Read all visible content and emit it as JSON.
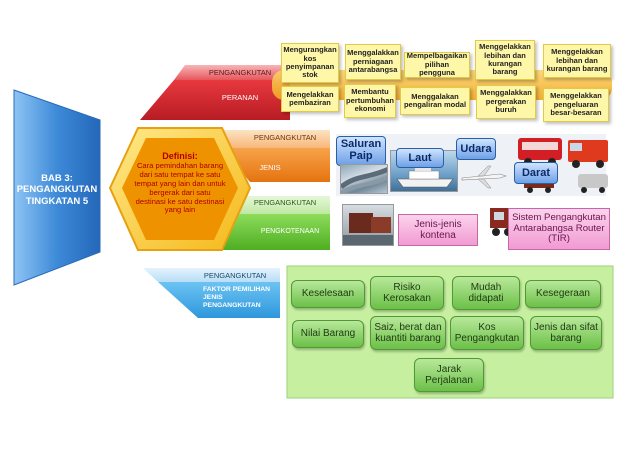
{
  "chapter": {
    "title": "BAB 3: PENGANGKUTAN TINGKATAN 5"
  },
  "definition": {
    "heading": "Definisi:",
    "body": "Cara pemindahan barang dari satu tempat ke satu tempat yang lain dan untuk bergerak dari satu destinasi ke satu destinasi yang lain"
  },
  "branches": {
    "peranan": {
      "top": "PENGANGKUTAN",
      "label": "PERANAN"
    },
    "jenis": {
      "top": "PENGANGKUTAN",
      "label": "JENIS"
    },
    "pengkotenaan": {
      "top": "PENGANGKUTAN",
      "label": "PENGKOTENAAN"
    },
    "faktor": {
      "top": "PENGANGKUTAN",
      "label": "FAKTOR PEMILIHAN JENIS PENGANGKUTAN"
    }
  },
  "roles": [
    "Mengurangkan kos penyimpanan stok",
    "Menggalakkan perniagaan antarabangsa",
    "Mempelbagaikan pilihan pengguna",
    "Menggelakkan lebihan dan kurangan barang",
    "Menggelakkan lebihan dan kurangan barang",
    "Mengelakkan pembaziran",
    "Membantu pertumbuhan ekonomi",
    "Menggalakan pengaliran modal",
    "Menggalakkan pergerakan buruh",
    "Menggelakkan pengeluaran besar-besaran"
  ],
  "transport_types": {
    "saluran_paip": "Saluran Paip",
    "laut": "Laut",
    "udara": "Udara",
    "darat": "Darat"
  },
  "containerization": {
    "jenis_kontena": "Jenis-jenis kontena",
    "tir": "Sistem Pengangkutan Antarabangsa Router (TIR)"
  },
  "factors": [
    "Keselesaan",
    "Risiko Kerosakan",
    "Mudah didapati",
    "Kesegeraan",
    "Nilai Barang",
    "Saiz, berat dan kuantiti barang",
    "Kos Pengangkutan",
    "Jenis dan sifat barang",
    "Jarak Perjalanan"
  ],
  "colors": {
    "chapter_blue": "#3d8ad8",
    "peranan_red": "#d6262e",
    "jenis_orange": "#f08a1a",
    "pengkotenaan_green": "#5cc02a",
    "faktor_blue": "#3aa7e8",
    "factor_panel": "#c6f0a0",
    "note_yellow": "#fff7a8"
  }
}
